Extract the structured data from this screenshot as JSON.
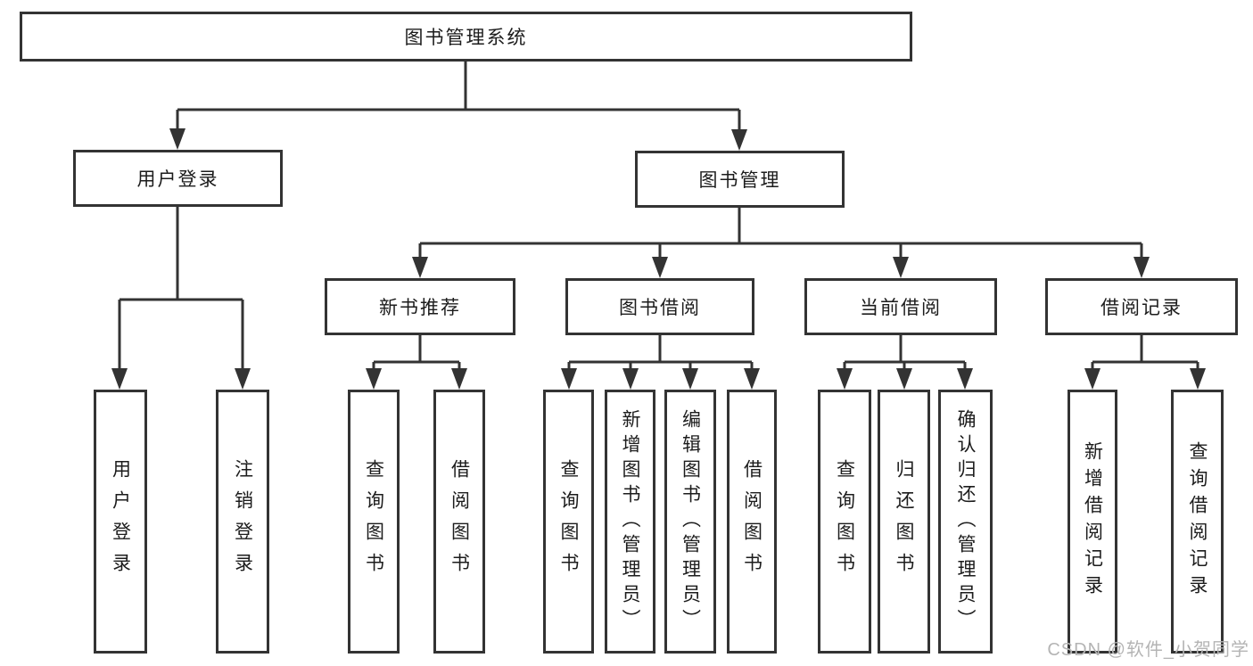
{
  "diagram": {
    "type": "tree",
    "root": {
      "label": "图书管理系统",
      "children": [
        {
          "label": "用户登录",
          "children": [
            {
              "label": "用户登录"
            },
            {
              "label": "注销登录"
            }
          ]
        },
        {
          "label": "图书管理",
          "children": [
            {
              "label": "新书推荐",
              "children": [
                {
                  "label": "查询图书"
                },
                {
                  "label": "借阅图书"
                }
              ]
            },
            {
              "label": "图书借阅",
              "children": [
                {
                  "label": "查询图书"
                },
                {
                  "label": "新增图书（管理员）"
                },
                {
                  "label": "编辑图书（管理员）"
                },
                {
                  "label": "借阅图书"
                }
              ]
            },
            {
              "label": "当前借阅",
              "children": [
                {
                  "label": "查询图书"
                },
                {
                  "label": "归还图书"
                },
                {
                  "label": "确认归还（管理员）"
                }
              ]
            },
            {
              "label": "借阅记录",
              "children": [
                {
                  "label": "新增借阅记录"
                },
                {
                  "label": "查询借阅记录"
                }
              ]
            }
          ]
        }
      ]
    }
  },
  "watermark": {
    "text": "CSDN @软件_小贺同学"
  },
  "colors": {
    "line": "#333333",
    "box_border": "#333333",
    "text": "#1c1c1c",
    "background": "#ffffff",
    "watermark": "#b4b4b4"
  }
}
